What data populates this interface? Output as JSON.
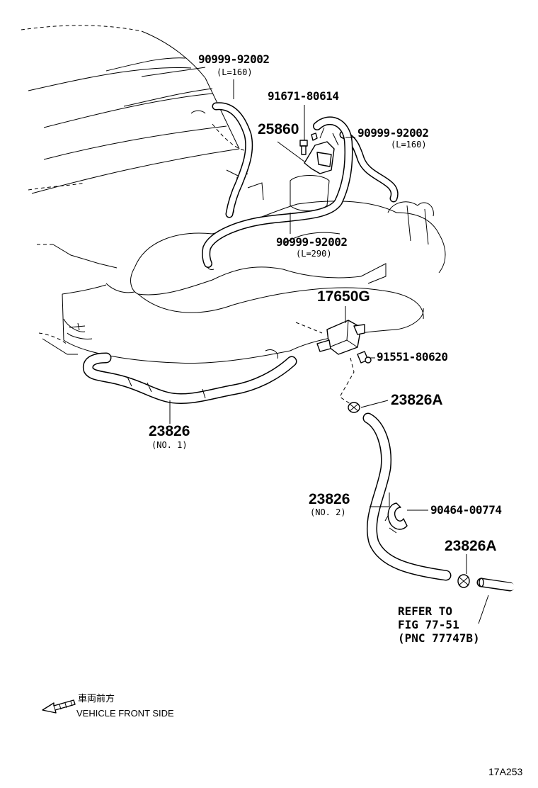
{
  "parts": {
    "hose_upper_left": {
      "part_no": "90999-92002",
      "length": "(L=160)"
    },
    "bolt_top": {
      "part_no": "91671-80614"
    },
    "bracket": {
      "part_no": "25860"
    },
    "hose_upper_right": {
      "part_no": "90999-92002",
      "length": "(L=160)"
    },
    "hose_middle": {
      "part_no": "90999-92002",
      "length": "(L=290)"
    },
    "vsv": {
      "part_no": "17650G"
    },
    "bolt_vsv": {
      "part_no": "91551-80620"
    },
    "hose_no1": {
      "part_no": "23826",
      "sub": "(NO. 1)"
    },
    "clamp_upper": {
      "part_no": "23826A"
    },
    "hose_no2": {
      "part_no": "23826",
      "sub": "(NO. 2)"
    },
    "clip": {
      "part_no": "90464-00774"
    },
    "clamp_lower": {
      "part_no": "23826A"
    }
  },
  "reference": {
    "line1": "REFER TO",
    "line2": "FIG 77-51",
    "line3": "(PNC 77747B)"
  },
  "front_indicator": {
    "japanese": "車両前方",
    "english": "VEHICLE FRONT SIDE",
    "icon": "arrow-left-icon"
  },
  "figure_code": "17A253"
}
